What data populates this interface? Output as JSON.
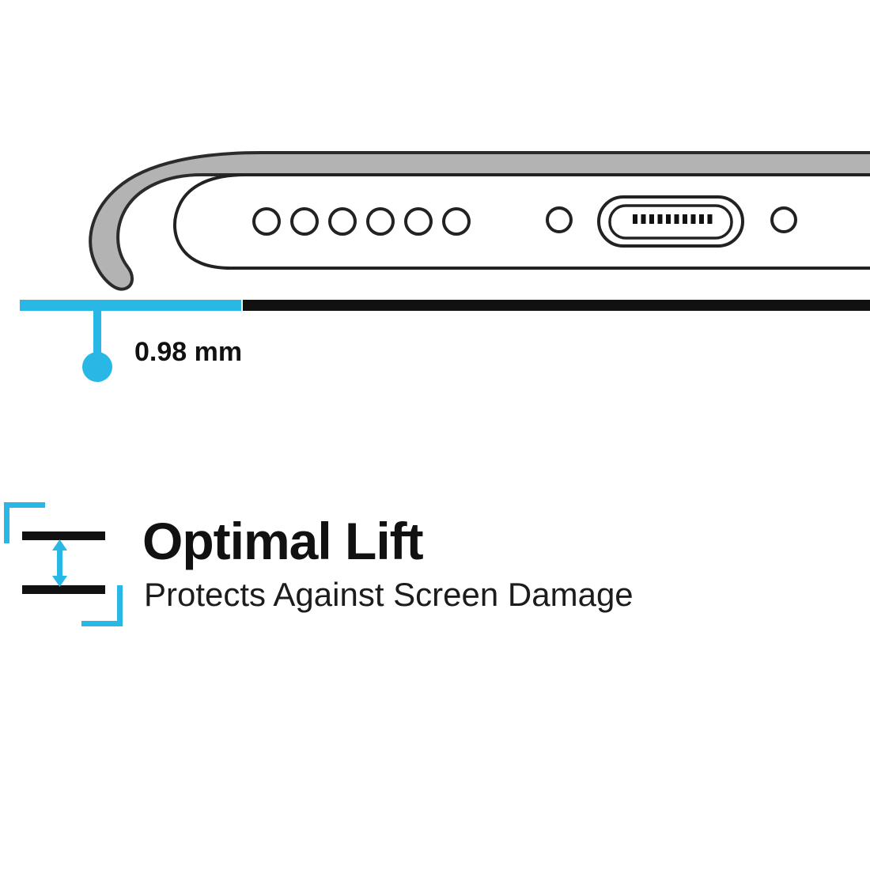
{
  "measurement": {
    "label": "0.98 mm"
  },
  "feature": {
    "title": "Optimal Lift",
    "subtitle": "Protects Against Screen Damage"
  },
  "colors": {
    "accent": "#29b7e6",
    "ink": "#111111",
    "case_gray": "#b3b3b3",
    "outline": "#2b2b2b",
    "background": "#ffffff"
  },
  "icons": {
    "lift": "lift-spacing-icon",
    "arrow": "vertical-double-arrow-icon"
  }
}
